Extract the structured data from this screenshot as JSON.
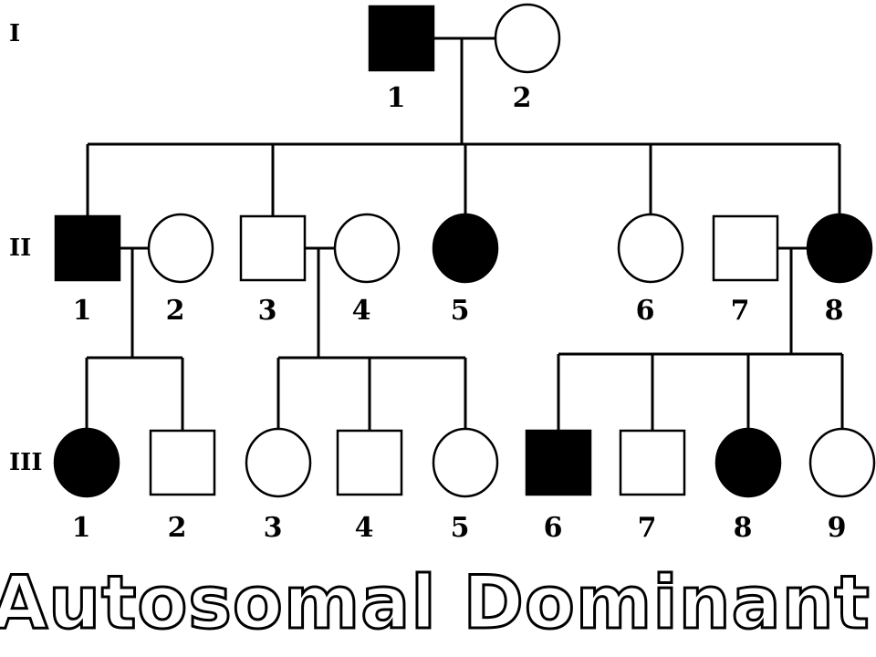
{
  "title": "Autosomal Dominant",
  "colors": {
    "affected": "#000000",
    "unaffected": "#ffffff",
    "line": "#000000"
  },
  "generations": [
    {
      "label": "I",
      "individuals": [
        {
          "id": "1",
          "sex": "male",
          "affected": true
        },
        {
          "id": "2",
          "sex": "female",
          "affected": false
        }
      ]
    },
    {
      "label": "II",
      "individuals": [
        {
          "id": "1",
          "sex": "male",
          "affected": true
        },
        {
          "id": "2",
          "sex": "female",
          "affected": false
        },
        {
          "id": "3",
          "sex": "male",
          "affected": false
        },
        {
          "id": "4",
          "sex": "female",
          "affected": false
        },
        {
          "id": "5",
          "sex": "female",
          "affected": true
        },
        {
          "id": "6",
          "sex": "female",
          "affected": false
        },
        {
          "id": "7",
          "sex": "male",
          "affected": false
        },
        {
          "id": "8",
          "sex": "female",
          "affected": true
        }
      ]
    },
    {
      "label": "III",
      "individuals": [
        {
          "id": "1",
          "sex": "female",
          "affected": true
        },
        {
          "id": "2",
          "sex": "male",
          "affected": false
        },
        {
          "id": "3",
          "sex": "female",
          "affected": false
        },
        {
          "id": "4",
          "sex": "male",
          "affected": false
        },
        {
          "id": "5",
          "sex": "female",
          "affected": false
        },
        {
          "id": "6",
          "sex": "male",
          "affected": true
        },
        {
          "id": "7",
          "sex": "male",
          "affected": false
        },
        {
          "id": "8",
          "sex": "female",
          "affected": true
        },
        {
          "id": "9",
          "sex": "female",
          "affected": false
        }
      ]
    }
  ],
  "matings": [
    {
      "partners": [
        "I-1",
        "I-2"
      ],
      "children": [
        "II-1",
        "II-3",
        "II-5",
        "II-6",
        "II-8"
      ]
    },
    {
      "partners": [
        "II-1",
        "II-2"
      ],
      "children": [
        "III-1",
        "III-2"
      ]
    },
    {
      "partners": [
        "II-3",
        "II-4"
      ],
      "children": [
        "III-3",
        "III-4",
        "III-5"
      ]
    },
    {
      "partners": [
        "II-7",
        "II-8"
      ],
      "children": [
        "III-6",
        "III-7",
        "III-8",
        "III-9"
      ]
    }
  ]
}
